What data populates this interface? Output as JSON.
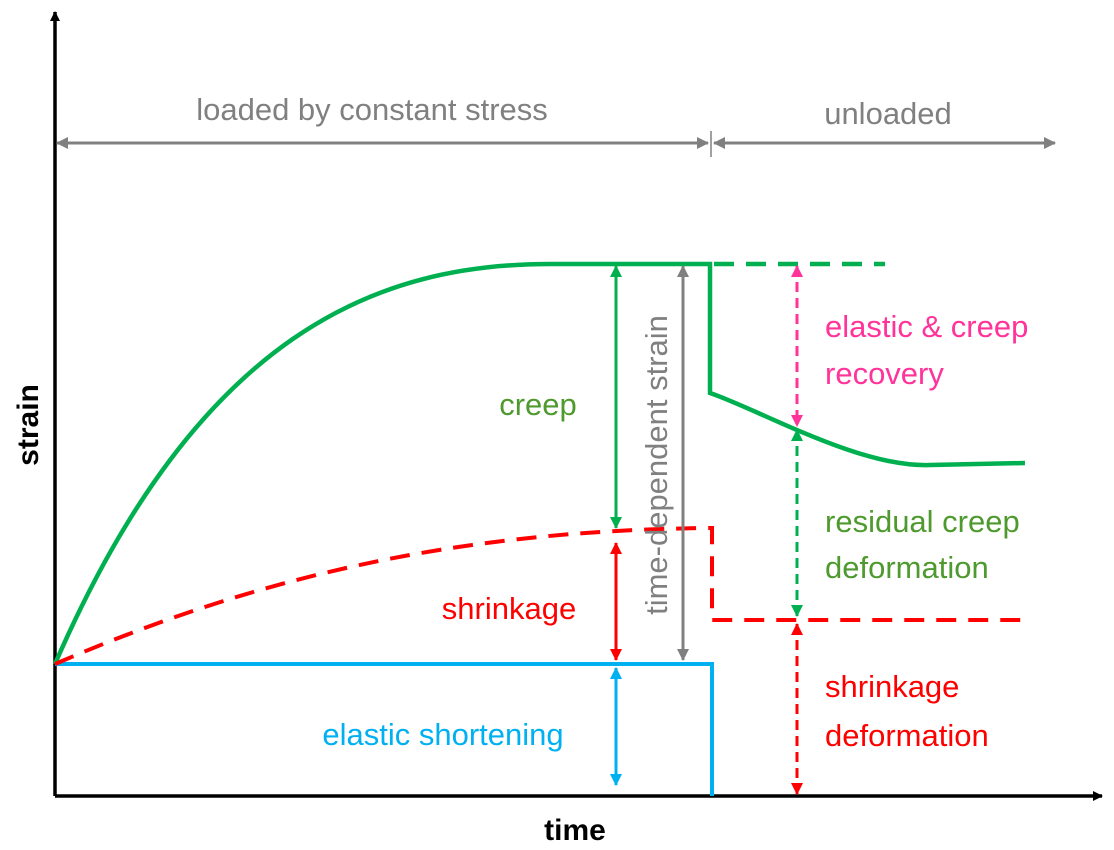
{
  "axes": {
    "x_label": "time",
    "y_label": "strain"
  },
  "phases": {
    "loaded": "loaded by constant stress",
    "unloaded": "unloaded"
  },
  "labels": {
    "creep": "creep",
    "shrinkage": "shrinkage",
    "elastic_shortening": "elastic shortening",
    "time_dependent_strain": "time-dependent strain",
    "recovery_line1": "elastic & creep",
    "recovery_line2": "recovery",
    "residual_line1": "residual creep",
    "residual_line2": "deformation",
    "shrink_def_line1": "shrinkage",
    "shrink_def_line2": "deformation"
  },
  "colors": {
    "total_strain": "#00b050",
    "shrinkage": "#ff0000",
    "elastic": "#00b0f0",
    "gray": "#808080",
    "recovery": "#ff3399",
    "creep_text": "#4e9a2e",
    "axis": "#000000"
  }
}
